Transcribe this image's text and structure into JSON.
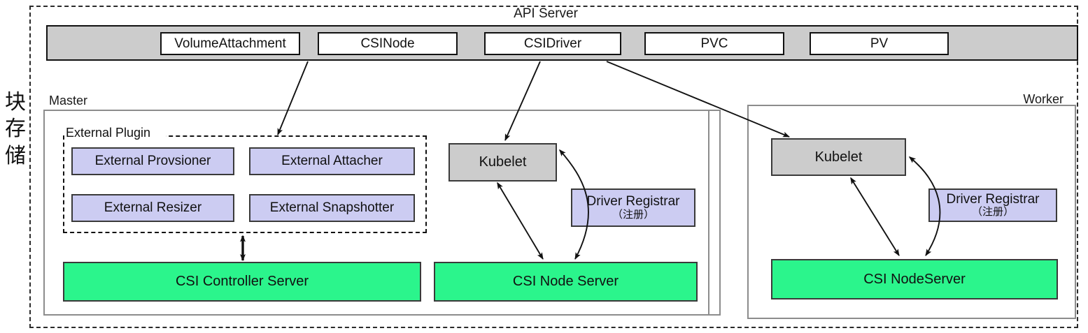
{
  "diagram": {
    "side_label_chars": [
      "块",
      "存",
      "储"
    ],
    "api_server": {
      "title": "API Server",
      "resources": [
        {
          "label": "VolumeAttachment"
        },
        {
          "label": "CSINode"
        },
        {
          "label": "CSIDriver"
        },
        {
          "label": "PVC"
        },
        {
          "label": "PV"
        }
      ]
    },
    "zones": {
      "master_label": "Master",
      "worker_label": "Worker"
    },
    "external_plugin": {
      "title": "External Plugin",
      "components": [
        {
          "label": "External Provsioner"
        },
        {
          "label": "External Attacher"
        },
        {
          "label": "External Resizer"
        },
        {
          "label": "External Snapshotter"
        }
      ]
    },
    "master": {
      "controller_server": "CSI Controller Server"
    },
    "middle_node": {
      "kubelet": "Kubelet",
      "registrar_title": "Driver Registrar",
      "registrar_sub": "（注册）",
      "node_server": "CSI Node Server"
    },
    "worker_node": {
      "kubelet": "Kubelet",
      "registrar_title": "Driver Registrar",
      "registrar_sub": "（注册）",
      "node_server": "CSI NodeServer"
    },
    "colors": {
      "api_bar_gray": "#cccccc",
      "plugin_lavender": "#ccccf2",
      "csi_green": "#2bf58c",
      "kubelet_gray": "#cccccc",
      "stroke_dark": "#111111",
      "stroke_gray": "#8c8c8c"
    }
  }
}
